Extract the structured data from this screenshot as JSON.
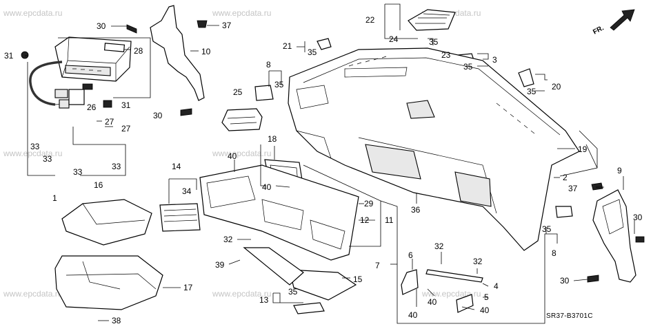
{
  "watermark": "www.epcdata.ru",
  "diagram_code": "SR37-B3701C",
  "direction_label": "FR.",
  "callouts": [
    {
      "id": "30",
      "label": "30"
    },
    {
      "id": "37",
      "label": "37"
    },
    {
      "id": "22",
      "label": "22"
    },
    {
      "id": "31",
      "label": "31"
    },
    {
      "id": "28",
      "label": "28"
    },
    {
      "id": "10",
      "label": "10"
    },
    {
      "id": "24",
      "label": "24"
    },
    {
      "id": "35",
      "label": "35"
    },
    {
      "id": "23",
      "label": "23"
    },
    {
      "id": "21",
      "label": "21"
    },
    {
      "id": "3",
      "label": "3"
    },
    {
      "id": "8",
      "label": "8"
    },
    {
      "id": "20",
      "label": "20"
    },
    {
      "id": "25",
      "label": "25"
    },
    {
      "id": "26",
      "label": "26"
    },
    {
      "id": "27",
      "label": "27"
    },
    {
      "id": "18",
      "label": "18"
    },
    {
      "id": "19",
      "label": "19"
    },
    {
      "id": "33",
      "label": "33"
    },
    {
      "id": "2",
      "label": "2"
    },
    {
      "id": "9",
      "label": "9"
    },
    {
      "id": "14",
      "label": "14"
    },
    {
      "id": "40",
      "label": "40"
    },
    {
      "id": "34",
      "label": "34"
    },
    {
      "id": "29",
      "label": "29"
    },
    {
      "id": "36",
      "label": "36"
    },
    {
      "id": "1",
      "label": "1"
    },
    {
      "id": "16",
      "label": "16"
    },
    {
      "id": "12",
      "label": "12"
    },
    {
      "id": "11",
      "label": "11"
    },
    {
      "id": "32",
      "label": "32"
    },
    {
      "id": "7",
      "label": "7"
    },
    {
      "id": "6",
      "label": "6"
    },
    {
      "id": "39",
      "label": "39"
    },
    {
      "id": "15",
      "label": "15"
    },
    {
      "id": "4",
      "label": "4"
    },
    {
      "id": "17",
      "label": "17"
    },
    {
      "id": "13",
      "label": "13"
    },
    {
      "id": "5",
      "label": "5"
    },
    {
      "id": "38",
      "label": "38"
    }
  ]
}
